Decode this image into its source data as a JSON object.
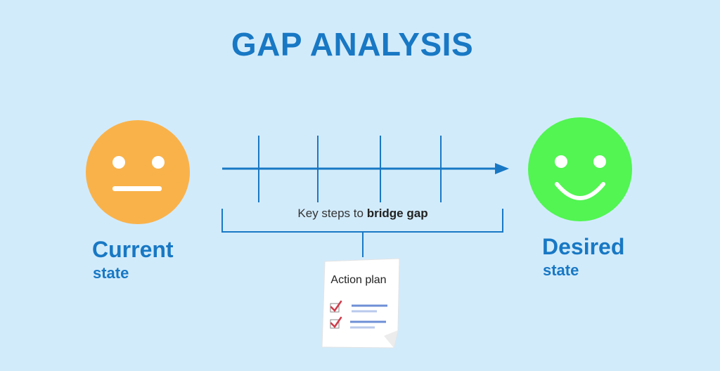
{
  "title": "GAP ANALYSIS",
  "current": {
    "label": "Current",
    "sublabel": "state",
    "face": "neutral-face-icon",
    "color": "#f9b24a"
  },
  "desired": {
    "label": "Desired",
    "sublabel": "state",
    "face": "smiley-face-icon",
    "color": "#52f552"
  },
  "steps": {
    "prefix": "Key steps to ",
    "emphasis": "bridge gap"
  },
  "action_plan": {
    "title": "Action plan",
    "icon": "checklist-document-icon"
  },
  "colors": {
    "background": "#d2ebfb",
    "accent": "#1878c4",
    "check": "#d13b4a",
    "list_line": "#6e8fd6"
  }
}
